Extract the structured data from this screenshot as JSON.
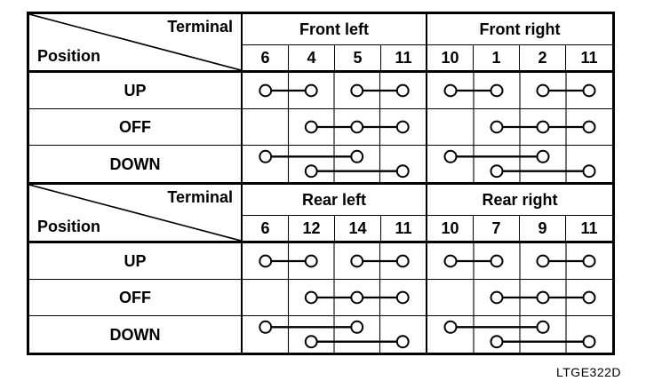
{
  "page": {
    "background": "#ffffff",
    "ink": "#000000"
  },
  "corner": {
    "terminal": "Terminal",
    "position": "Position"
  },
  "positions": [
    "UP",
    "OFF",
    "DOWN"
  ],
  "code_label": "LTGE322D",
  "tables": [
    {
      "name": "front-switch-table",
      "groups": [
        {
          "title": "Front left",
          "terminals": [
            "6",
            "4",
            "5",
            "11"
          ],
          "rows": [
            [
              {
                "cols": [
                  0,
                  1
                ],
                "y": 0.5
              },
              {
                "cols": [
                  2,
                  3
                ],
                "y": 0.5
              }
            ],
            [
              {
                "cols": [
                  1,
                  2,
                  3
                ],
                "y": 0.5
              }
            ],
            [
              {
                "cols": [
                  0,
                  2
                ],
                "y": 0.3
              },
              {
                "cols": [
                  1,
                  3
                ],
                "y": 0.7
              }
            ]
          ]
        },
        {
          "title": "Front right",
          "terminals": [
            "10",
            "1",
            "2",
            "11"
          ],
          "rows": [
            [
              {
                "cols": [
                  0,
                  1
                ],
                "y": 0.5
              },
              {
                "cols": [
                  2,
                  3
                ],
                "y": 0.5
              }
            ],
            [
              {
                "cols": [
                  1,
                  2,
                  3
                ],
                "y": 0.5
              }
            ],
            [
              {
                "cols": [
                  0,
                  2
                ],
                "y": 0.3
              },
              {
                "cols": [
                  1,
                  3
                ],
                "y": 0.7
              }
            ]
          ]
        }
      ]
    },
    {
      "name": "rear-switch-table",
      "groups": [
        {
          "title": "Rear left",
          "terminals": [
            "6",
            "12",
            "14",
            "11"
          ],
          "rows": [
            [
              {
                "cols": [
                  0,
                  1
                ],
                "y": 0.5
              },
              {
                "cols": [
                  2,
                  3
                ],
                "y": 0.5
              }
            ],
            [
              {
                "cols": [
                  1,
                  2,
                  3
                ],
                "y": 0.5
              }
            ],
            [
              {
                "cols": [
                  0,
                  2
                ],
                "y": 0.3
              },
              {
                "cols": [
                  1,
                  3
                ],
                "y": 0.7
              }
            ]
          ]
        },
        {
          "title": "Rear right",
          "terminals": [
            "10",
            "7",
            "9",
            "11"
          ],
          "rows": [
            [
              {
                "cols": [
                  0,
                  1
                ],
                "y": 0.5
              },
              {
                "cols": [
                  2,
                  3
                ],
                "y": 0.5
              }
            ],
            [
              {
                "cols": [
                  1,
                  2,
                  3
                ],
                "y": 0.5
              }
            ],
            [
              {
                "cols": [
                  0,
                  2
                ],
                "y": 0.3
              },
              {
                "cols": [
                  1,
                  3
                ],
                "y": 0.7
              }
            ]
          ]
        }
      ]
    }
  ]
}
